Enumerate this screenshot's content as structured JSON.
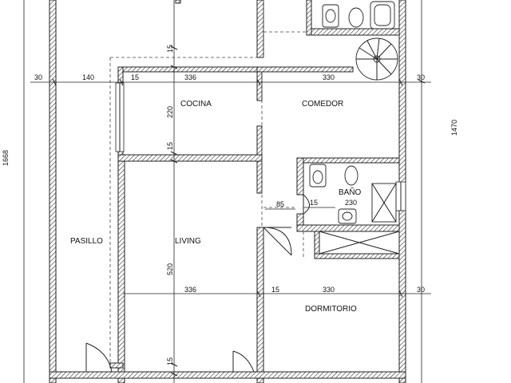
{
  "rooms": {
    "cocina": "COCINA",
    "comedor": "COMEDOR",
    "bano": "BAÑO",
    "pasillo": "PASILLO",
    "living": "LIVING",
    "dormitorio": "DORMITORIO"
  },
  "dimensions": {
    "top_row": [
      "30",
      "140",
      "15",
      "336",
      "330",
      "30"
    ],
    "mid_row": [
      "336",
      "15",
      "330",
      "30"
    ],
    "cocina_height": "220",
    "wall_15_top": "15",
    "wall_15_mid": "15",
    "wall_15_bottom": "15",
    "living_height": "520",
    "bano_door": "85",
    "bano_wall": "15",
    "bano_width": "230",
    "total_height_left": "1668",
    "total_height_right": "1470"
  }
}
